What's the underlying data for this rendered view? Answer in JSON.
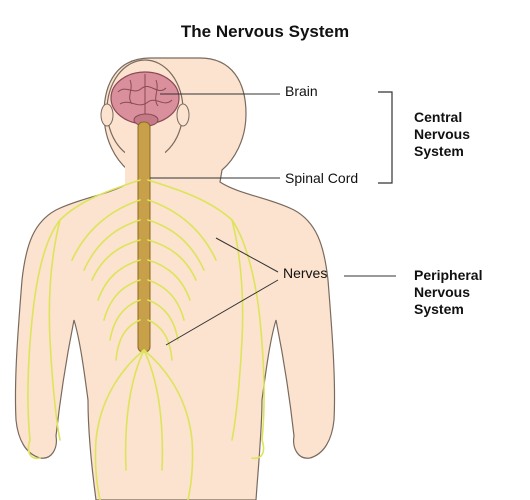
{
  "title": "The Nervous System",
  "labels": {
    "brain": "Brain",
    "spinal_cord": "Spinal Cord",
    "nerves": "Nerves"
  },
  "groups": {
    "central": [
      "Central",
      "Nervous",
      "System"
    ],
    "peripheral": [
      "Peripheral",
      "Nervous",
      "System"
    ]
  },
  "colors": {
    "skin_fill": "#fbe3cf",
    "skin_outline": "#7a6a5e",
    "brain": "#d98f9c",
    "nerve": "#dde45a",
    "spinal_cord": "#c8a04a",
    "leader_line": "#333333"
  }
}
